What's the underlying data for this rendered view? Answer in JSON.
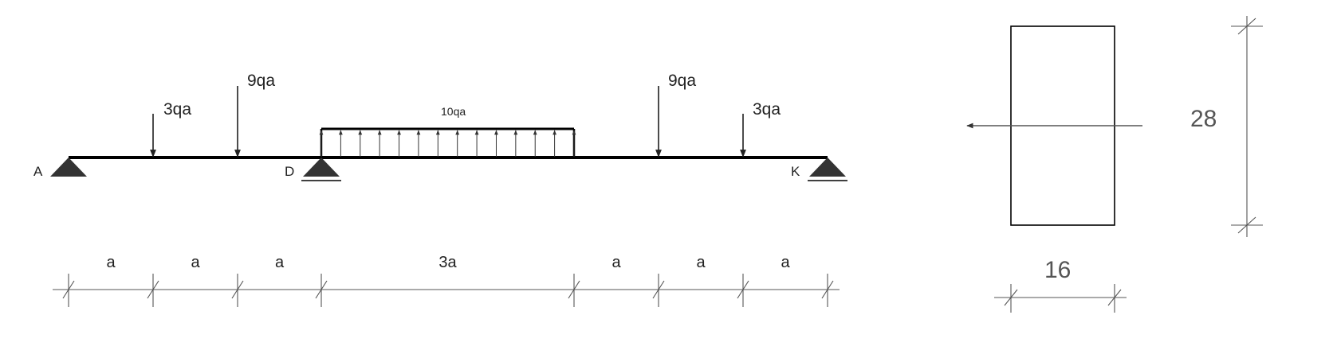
{
  "beam": {
    "points": {
      "A": "A",
      "D": "D",
      "K": "K"
    },
    "loads": {
      "p1": "3qa",
      "p2": "9qa",
      "distributed": "10qa",
      "p3": "9qa",
      "p4": "3qa"
    },
    "spans": [
      "a",
      "a",
      "a",
      "3a",
      "a",
      "a",
      "a"
    ]
  },
  "section": {
    "width": "16",
    "height": "28"
  },
  "colors": {
    "line": "#000000",
    "dimension": "#555555",
    "support": "#333333"
  }
}
